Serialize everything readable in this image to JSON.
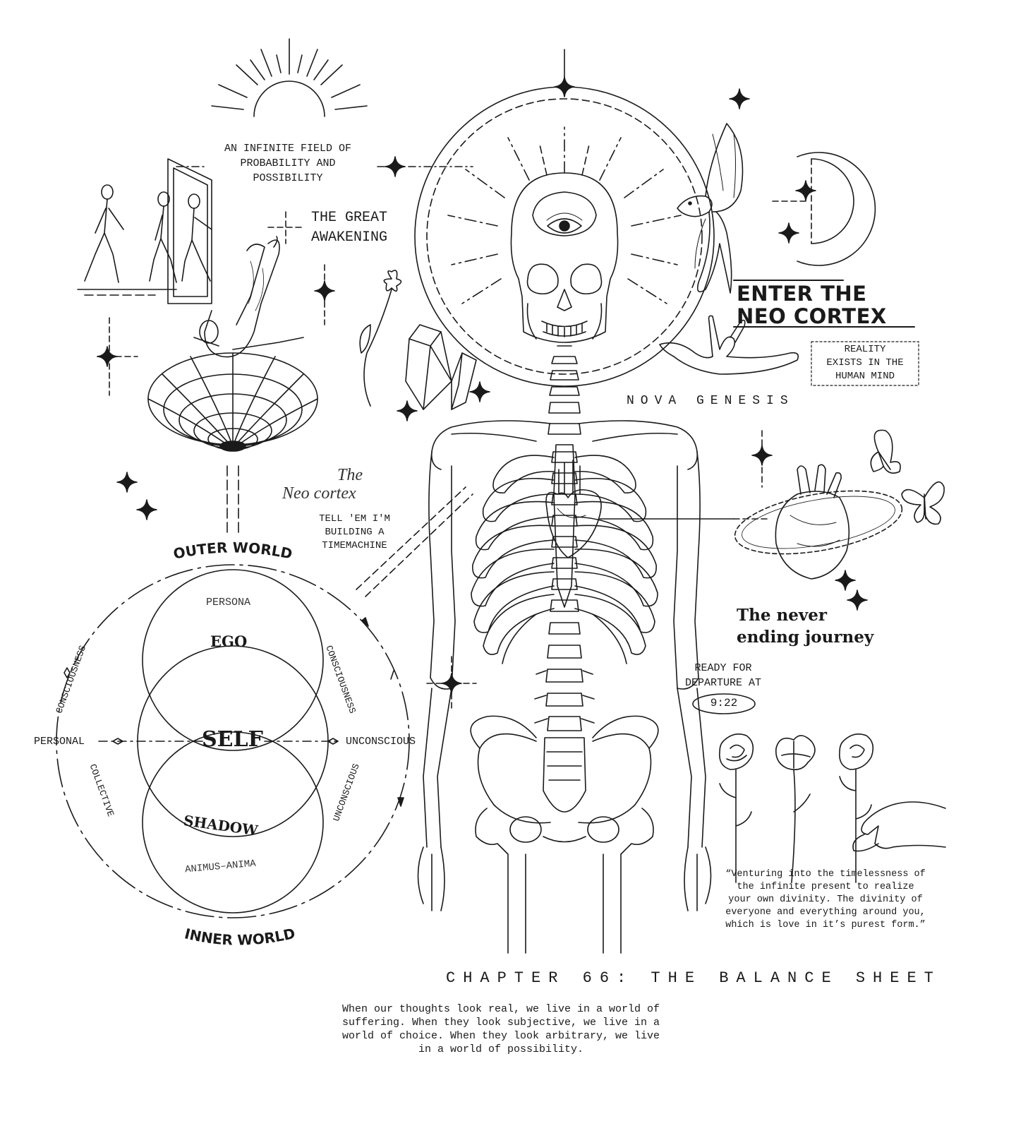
{
  "labels": {
    "infinite_field": [
      "AN INFINITE FIELD OF",
      "PROBABILITY AND",
      "POSSIBILITY"
    ],
    "great_awakening": [
      "THE GREAT",
      "AWAKENING"
    ],
    "enter_neo_cortex": [
      "ENTER THE",
      "NEO CORTEX"
    ],
    "reality": [
      "REALITY",
      "EXISTS IN THE",
      "HUMAN MIND"
    ],
    "nova_genesis": "NOVA GENESIS",
    "the_neo_cortex_script": [
      "The",
      "Neo cortex"
    ],
    "timemachine": [
      "TELL 'EM I'M",
      "BUILDING A",
      "TIMEMACHINE"
    ],
    "never_ending": [
      "The never",
      "ending journey"
    ],
    "ready_for_departure": [
      "READY FOR",
      "DEPARTURE AT"
    ],
    "departure_time": "9:22",
    "quote": [
      "“Venturing into the timelessness of",
      "the infinite present to realize",
      "your own divinity. The divinity of",
      "everyone and everything around you,",
      "which is love in it’s purest form.”"
    ],
    "chapter": "CHAPTER 66: THE BALANCE SHEET",
    "bottom_text": [
      "When our thoughts look real, we live in a world of",
      "suffering. When they look subjective, we live in a",
      "world of choice. When they look arbitrary, we live",
      "in a world of possibility."
    ]
  },
  "psyche_diagram": {
    "outer_world": "OUTER WORLD",
    "inner_world": "INNER WORLD",
    "persona": "PERSONA",
    "ego": "EGO",
    "self": "SELF",
    "shadow": "SHADOW",
    "animus_anima": "ANIMUS–ANIMA",
    "personal": "PERSONAL",
    "unconscious": "UNCONSCIOUS",
    "consciousness_left": "CONSCIOUSNESS",
    "consciousness_right": "CONSCIOUSNESS",
    "collective": "COLLECTIVE",
    "unconscious_arc": "UNCONSCIOUS"
  },
  "colors": {
    "ink": "#1a1a1a",
    "paper": "#ffffff"
  }
}
